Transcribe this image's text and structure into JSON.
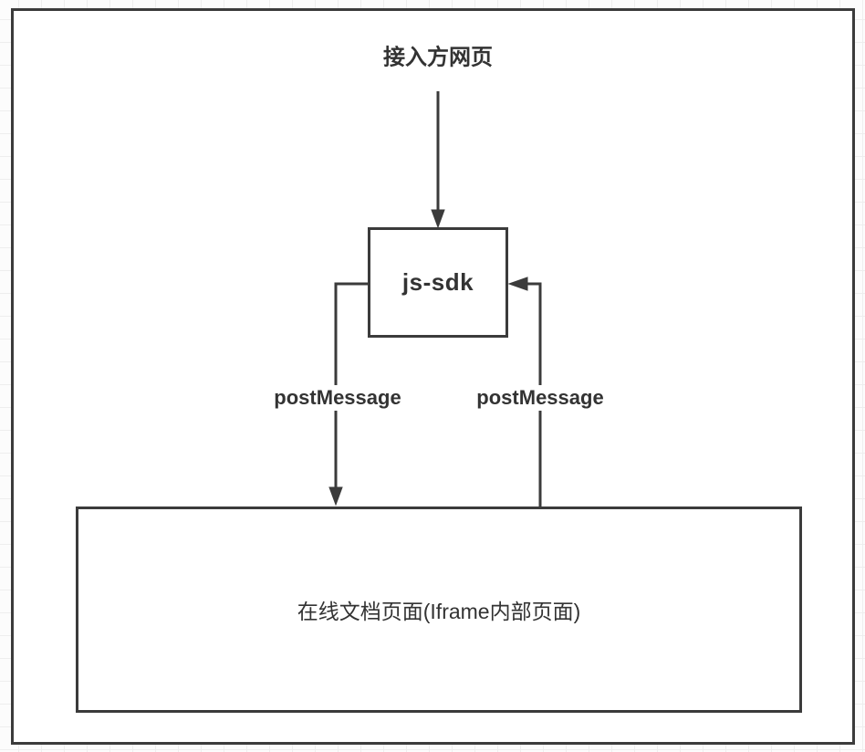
{
  "diagram": {
    "title": "接入方网页",
    "sdk_box": {
      "label": "js-sdk"
    },
    "doc_box": {
      "label": "在线文档页面(Iframe内部页面)"
    },
    "edges": {
      "host_to_sdk": {
        "label": ""
      },
      "sdk_to_doc": {
        "label": "postMessage"
      },
      "doc_to_sdk": {
        "label": "postMessage"
      }
    }
  },
  "colors": {
    "stroke": "#3b3b3b",
    "text": "#333333",
    "grid": "#eeeeee",
    "canvas_bg": "#fcfcfc",
    "shape_fill": "#ffffff"
  }
}
